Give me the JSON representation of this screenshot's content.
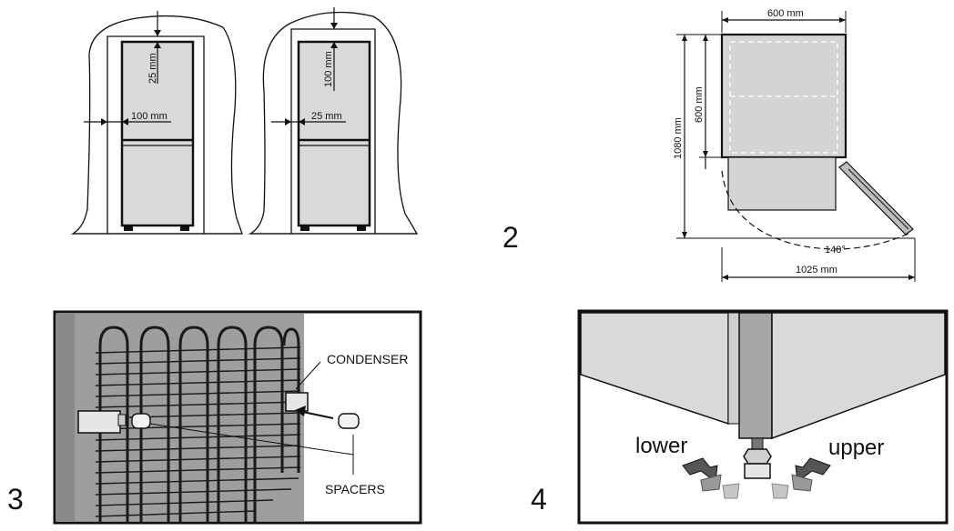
{
  "figures": {
    "fig1": {
      "dim_top_left": "25 mm",
      "dim_side_left": "100 mm",
      "dim_top_right": "100 mm",
      "dim_side_right": "25 mm"
    },
    "fig2": {
      "number": "2",
      "width": "600 mm",
      "depth": "600 mm",
      "height": "1080 mm",
      "angle": "140°",
      "total_depth": "1025 mm"
    },
    "fig3": {
      "number": "3",
      "condenser_label": "CONDENSER",
      "spacers_label": "SPACERS"
    },
    "fig4": {
      "number": "4",
      "lower_label": "lower",
      "upper_label": "upper"
    }
  },
  "colors": {
    "line": "#111111",
    "panel_gray": "#d9d9d9",
    "wall_gray": "#9e9e9e",
    "dashed": "#ffffff"
  }
}
